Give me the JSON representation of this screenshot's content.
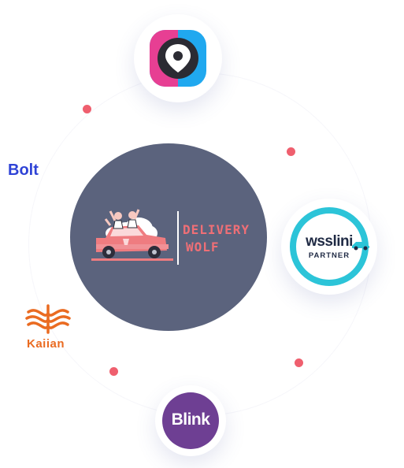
{
  "center": {
    "brand_line1": "DELIVERY",
    "brand_line2": "WOLF"
  },
  "partners": {
    "bolt": "Bolt",
    "kaiian": "Kaiian",
    "wsslini": "wsslini",
    "wsslini_sub": "PARTNER",
    "blink": "Blink"
  },
  "icons": {
    "top": "location-pin-icon",
    "center_illustration": "delivery-car-icon"
  },
  "colors": {
    "center_bg": "#5b637d",
    "accent_red": "#ef5f6e",
    "bolt": "#2f43d6",
    "kaiian": "#ea6b21",
    "wsslini_ring": "#2cc4d8",
    "blink": "#6e3f93",
    "pin_pink": "#e73f93",
    "pin_blue": "#20a8ef"
  }
}
